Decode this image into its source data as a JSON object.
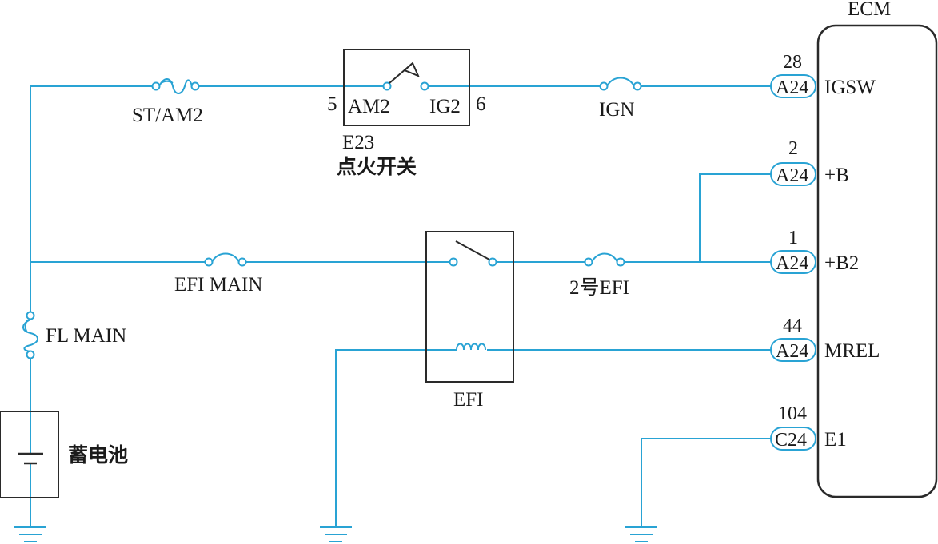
{
  "ecm": {
    "title": "ECM",
    "pins": [
      {
        "num": "28",
        "conn": "A24",
        "name": "IGSW"
      },
      {
        "num": "2",
        "conn": "A24",
        "name": "+B"
      },
      {
        "num": "1",
        "conn": "A24",
        "name": "+B2"
      },
      {
        "num": "44",
        "conn": "A24",
        "name": "MREL"
      },
      {
        "num": "104",
        "conn": "C24",
        "name": "E1"
      }
    ]
  },
  "ignition_switch": {
    "code": "E23",
    "name": "点火开关",
    "pin_left_num": "5",
    "pin_left_name": "AM2",
    "pin_right_name": "IG2",
    "pin_right_num": "6"
  },
  "fuses": {
    "st_am2": "ST/AM2",
    "ign": "IGN",
    "efi_main": "EFI MAIN",
    "efi_no2": "2号EFI",
    "fl_main": "FL MAIN"
  },
  "relay": {
    "name": "EFI"
  },
  "battery": {
    "name": "蓄电池"
  },
  "colors": {
    "wire": "#29a3d4",
    "outline": "#2a2a2a"
  }
}
